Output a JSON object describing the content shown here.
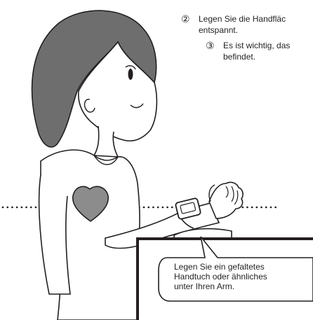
{
  "instructions": {
    "step2": {
      "number": "②",
      "text_line1": "Legen Sie die Handfläc",
      "text_line2": "entspannt."
    },
    "step3": {
      "number": "③",
      "text_line1": "Es ist wichtig, das",
      "text_line2": "befindet."
    }
  },
  "callout": {
    "line1": "Legen Sie ein gefaltetes",
    "line2": "Handtuch oder ähnliches",
    "line3": "unter Ihren Arm."
  },
  "colors": {
    "line": "#231f20",
    "hair": "#6a6a6a",
    "heart": "#8c8c8c",
    "skin": "#ffffff"
  }
}
